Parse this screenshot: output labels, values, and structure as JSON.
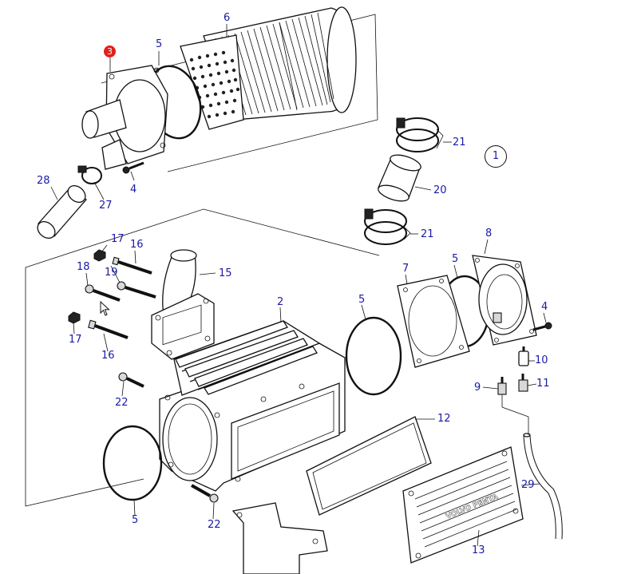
{
  "assembly_ref": "1",
  "highlighted_part": "3",
  "callouts": {
    "c2": "2",
    "c3": "3",
    "c4a": "4",
    "c4b": "4",
    "c5a": "5",
    "c5b": "5",
    "c5c": "5",
    "c5d": "5",
    "c6": "6",
    "c7": "7",
    "c8": "8",
    "c9": "9",
    "c10": "10",
    "c11": "11",
    "c12": "12",
    "c13": "13",
    "c15": "15",
    "c16a": "16",
    "c16b": "16",
    "c17a": "17",
    "c17b": "17",
    "c18": "18",
    "c19": "19",
    "c20": "20",
    "c21a": "21",
    "c21b": "21",
    "c22a": "22",
    "c22b": "22",
    "c27": "27",
    "c28": "28",
    "c29": "29"
  },
  "cover_lettering": "VOLVO PENTA"
}
